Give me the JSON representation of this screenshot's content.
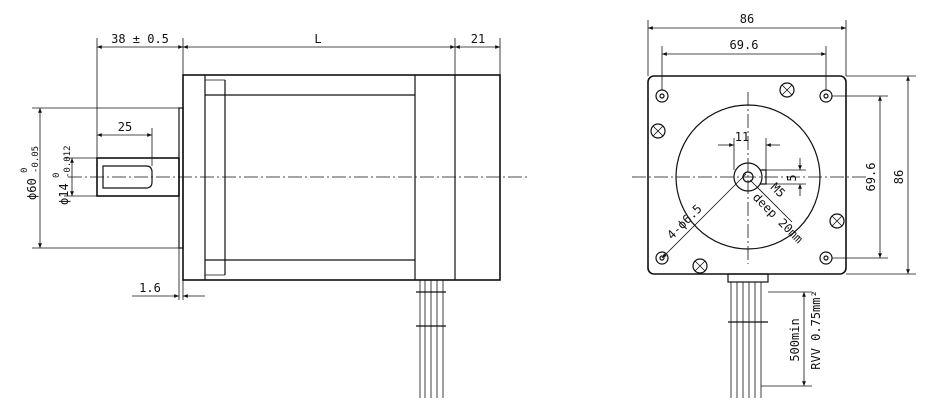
{
  "side_view": {
    "dim_shaft_length": "38 ± 0.5",
    "dim_body_length": "L",
    "dim_rear_length": "21",
    "dim_key_length": "25",
    "dim_flange_step": "1.6",
    "dim_pilot_diameter": "ϕ60",
    "dim_pilot_tol_upper": "0",
    "dim_pilot_tol_lower": "-0.05",
    "dim_shaft_diameter": "ϕ14",
    "dim_shaft_tol_upper": "0",
    "dim_shaft_tol_lower": "-0.012"
  },
  "front_view": {
    "dim_width_overall": "86",
    "dim_hole_spacing_h": "69.6",
    "dim_hole_spacing_v": "69.6",
    "dim_height_overall": "86",
    "dim_key_width": "11",
    "dim_key_depth": "5",
    "dim_mount_holes": "4-ϕ6.5",
    "dim_thread_size": "M5",
    "dim_thread_depth": "deep 20mm",
    "dim_lead_length": "500min",
    "dim_lead_spec": "RVV 0.75mm²"
  }
}
